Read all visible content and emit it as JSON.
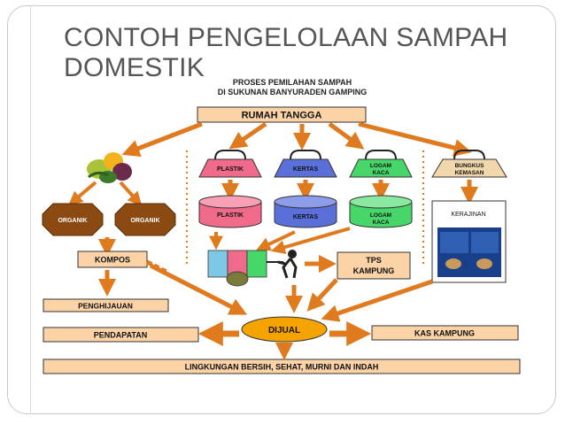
{
  "slide": {
    "title_line1": "CONTOH PENGELOLAAN SAMPAH",
    "title_line2": "DOMESTIK"
  },
  "diagram": {
    "caption_line1": "PROSES PEMILAHAN SAMPAH",
    "caption_line2": "DI SUKUNAN BANYURADEN GAMPING",
    "rumah_tangga": "RUMAH TANGGA",
    "bag_plastik": "PLASTIK",
    "bag_kertas": "KERTAS",
    "bag_logam_1": "LOGAM",
    "bag_logam_2": "KACA",
    "bag_bungkus_1": "BUNGKUS",
    "bag_bungkus_2": "KEMASAN",
    "bin_plastik": "PLASTIK",
    "bin_kertas": "KERTAS",
    "bin_logam_1": "LOGAM",
    "bin_logam_2": "KACA",
    "organik_left": "ORGANIK",
    "organik_right": "ORGANIK",
    "kompos": "KOMPOS",
    "penghijauan": "PENGHIJAUAN",
    "pendapatan": "PENDAPATAN",
    "dijual": "DIJUAL",
    "kas_kampung": "KAS KAMPUNG",
    "tps_1": "TPS",
    "tps_2": "KAMPUNG",
    "kerajinan": "KERAJINAN",
    "lingkungan": "LINGKUNGAN BERSIH, SEHAT, MURNI DAN INDAH"
  },
  "colors": {
    "orange_box": "#fbd3a6",
    "orange_arrow": "#e07a1f",
    "brown_octagon": "#8a4a12",
    "pink": "#f06a8a",
    "blue": "#5a6fd8",
    "green": "#47d66a",
    "tan": "#f3d7ac",
    "dijual": "#f5a300"
  }
}
